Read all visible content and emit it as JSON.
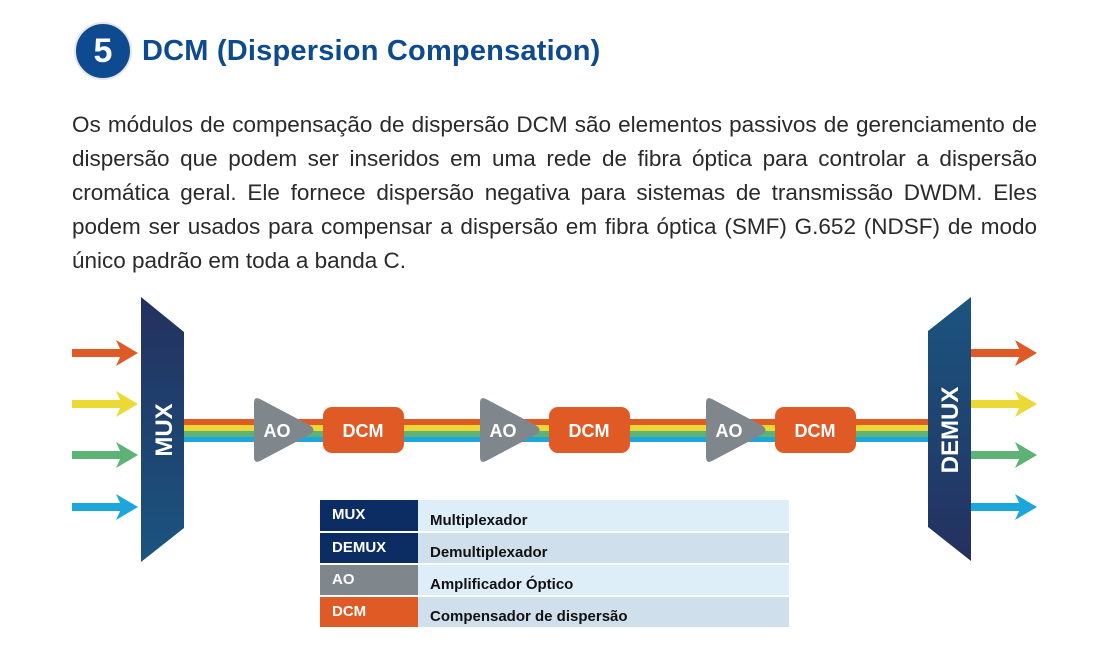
{
  "header": {
    "section_number": "5",
    "title": "DCM (Dispersion Compensation)"
  },
  "body": {
    "paragraph": "Os módulos de compensação de dispersão DCM são elementos passivos de gerenciamento de dispersão que podem ser inseridos em uma rede de fibra óptica para controlar a dispersão cromática geral. Ele fornece dispersão negativa para sistemas de transmissão DWDM. Eles podem ser usados para compensar a dispersão em fibra óptica (SMF) G.652 (NDSF) de modo único padrão em toda a banda C."
  },
  "diagram": {
    "mux_label": "MUX",
    "demux_label": "DEMUX",
    "stages": [
      {
        "amp": "AO",
        "dcm": "DCM"
      },
      {
        "amp": "AO",
        "dcm": "DCM"
      },
      {
        "amp": "AO",
        "dcm": "DCM"
      }
    ],
    "channel_colors": [
      "#e05a26",
      "#ecd935",
      "#5db276",
      "#1da6dc"
    ],
    "colors": {
      "mux": "#233464",
      "ao": "#7f878c",
      "dcm": "#e05a26"
    }
  },
  "legend": [
    {
      "abbr": "MUX",
      "desc": "Multiplexador",
      "color": "#0b2d63",
      "bg": "#deeef8"
    },
    {
      "abbr": "DEMUX",
      "desc": "Demultiplexador",
      "color": "#0b2d63",
      "bg": "#cfe0ec"
    },
    {
      "abbr": "AO",
      "desc": "Amplificador Óptico",
      "color": "#7f878c",
      "bg": "#deeef8"
    },
    {
      "abbr": "DCM",
      "desc": "Compensador de dispersão",
      "color": "#e05a26",
      "bg": "#cfe0ec"
    }
  ]
}
